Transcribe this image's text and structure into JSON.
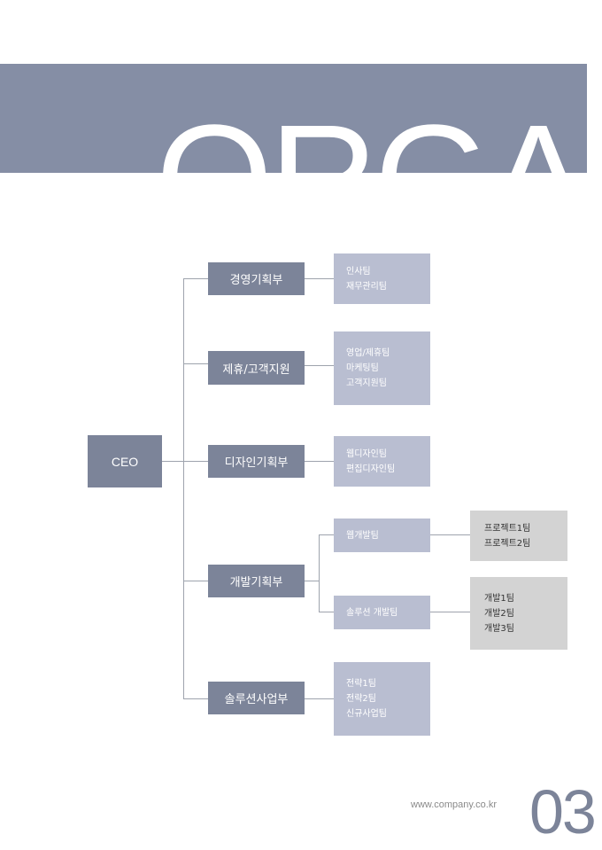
{
  "banner": {
    "title": "ORGAN"
  },
  "ceo": "CEO",
  "departments": [
    {
      "label": "경영기획부",
      "teams": [
        "인사팀",
        "재무관리팀"
      ]
    },
    {
      "label": "제휴/고객지원",
      "teams": [
        "영업/제휴팀",
        "마케팅팀",
        "고객지원팀"
      ]
    },
    {
      "label": "디자인기획부",
      "teams": [
        "웹디자인팀",
        "편집디자인팀"
      ]
    },
    {
      "label": "개발기획부",
      "teams": [
        {
          "label": "웹개발팀",
          "subteams": [
            "프로젝트1팀",
            "프로젝트2팀"
          ]
        },
        {
          "label": "솔루션 개발팀",
          "subteams": [
            "개발1팀",
            "개발2팀",
            "개발3팀"
          ]
        }
      ]
    },
    {
      "label": "솔루션사업부",
      "teams": [
        "전략1팀",
        "전략2팀",
        "신규사업팀"
      ]
    }
  ],
  "footer": {
    "url": "www.company.co.kr",
    "page_number": "03"
  }
}
